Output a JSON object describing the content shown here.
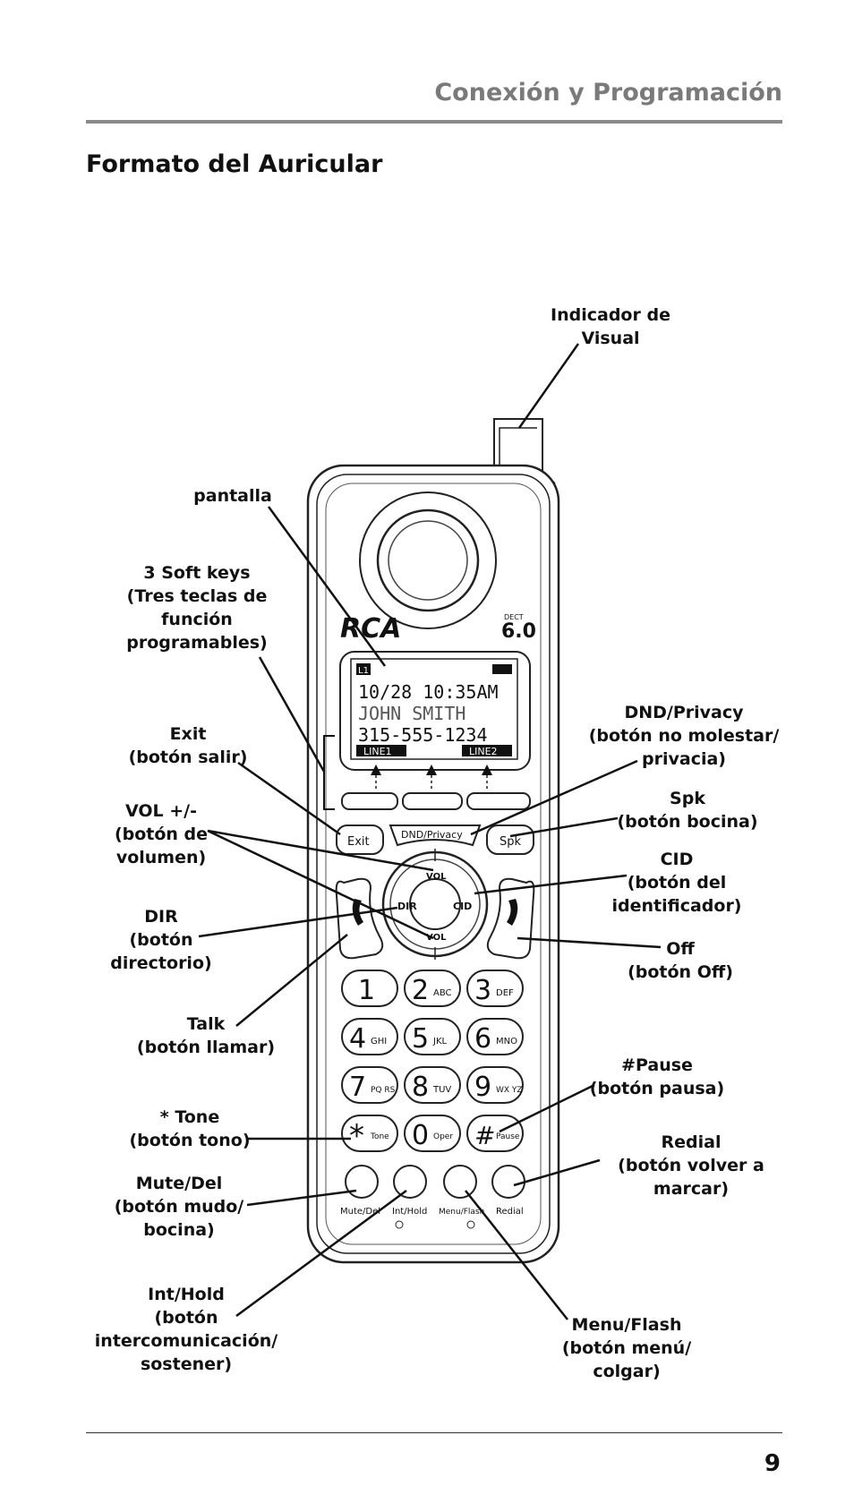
{
  "header": {
    "title": "Conexión y Programación"
  },
  "section": {
    "title": "Formato del Auricular"
  },
  "page_number": "9",
  "phone": {
    "brand": "RCA",
    "dect_small": "DECT",
    "dect_big": "6.0",
    "screen": {
      "line_indicator": "L1",
      "datetime": "10/28 10:35AM",
      "name": "JOHN SMITH",
      "number": "315-555-1234",
      "softkey_left": "LINE1",
      "softkey_right": "LINE2"
    },
    "buttons": {
      "exit": "Exit",
      "dnd": "DND/Privacy",
      "spk": "Spk",
      "vol_up": "VOL",
      "vol_down": "VOL",
      "dir": "DIR",
      "cid": "CID",
      "mute": "Mute/Del",
      "inthold": "Int/Hold",
      "menuflash": "Menu/Flash",
      "redial": "Redial"
    },
    "keypad": [
      {
        "digit": "1",
        "letters": ""
      },
      {
        "digit": "2",
        "letters": "ABC"
      },
      {
        "digit": "3",
        "letters": "DEF"
      },
      {
        "digit": "4",
        "letters": "GHI"
      },
      {
        "digit": "5",
        "letters": "JKL"
      },
      {
        "digit": "6",
        "letters": "MNO"
      },
      {
        "digit": "7",
        "letters": "PQ RS"
      },
      {
        "digit": "8",
        "letters": "TUV"
      },
      {
        "digit": "9",
        "letters": "WX YZ"
      },
      {
        "digit": "*",
        "letters": "Tone"
      },
      {
        "digit": "0",
        "letters": "Oper"
      },
      {
        "digit": "#",
        "letters": "Pause"
      }
    ]
  },
  "labels": {
    "indicador": [
      "Indicador de",
      "Visual"
    ],
    "pantalla": [
      "pantalla"
    ],
    "softkeys": [
      "3 Soft keys",
      "(Tres teclas de",
      "función",
      "programables)"
    ],
    "exit": [
      "Exit",
      "(botón salir)"
    ],
    "vol": [
      "VOL +/-",
      "(botón de",
      "volumen)"
    ],
    "dir": [
      "DIR",
      "(botón",
      "directorio)"
    ],
    "talk": [
      "Talk",
      "(botón llamar)"
    ],
    "tone": [
      "* Tone",
      "(botón tono)"
    ],
    "mute": [
      "Mute/Del",
      "(botón mudo/",
      "bocina)"
    ],
    "inthold": [
      "Int/Hold",
      "(botón",
      "intercomunicación/",
      "sostener)"
    ],
    "dnd": [
      "DND/Privacy",
      "(botón no molestar/",
      "privacia)"
    ],
    "spk": [
      "Spk",
      "(botón bocina)"
    ],
    "cid": [
      "CID",
      "(botón del",
      "identificador)"
    ],
    "off": [
      "Off",
      "(botón Off)"
    ],
    "pause": [
      "#Pause",
      "(botón pausa)"
    ],
    "redial": [
      "Redial",
      "(botón volver a",
      "marcar)"
    ],
    "menuflash": [
      "Menu/Flash",
      "(botón menú/",
      "colgar)"
    ]
  }
}
